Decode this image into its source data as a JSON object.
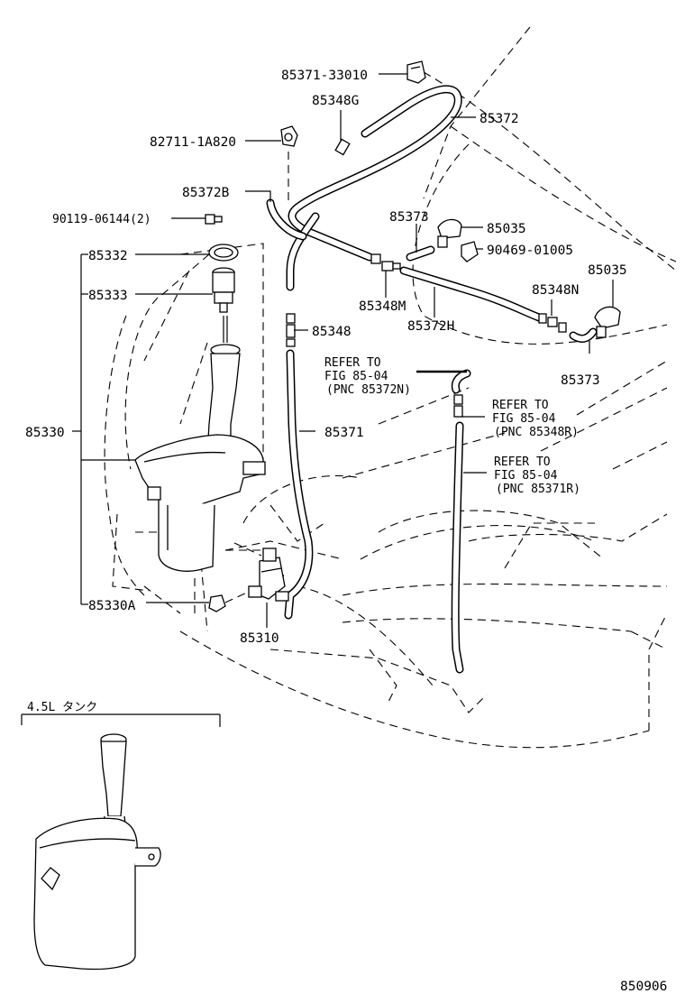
{
  "labels": {
    "p85371_33010": "85371-33010",
    "p85348G": "85348G",
    "p85372": "85372",
    "p82711": "82711-1A820",
    "p85372B": "85372B",
    "p90119": "90119-06144(2)",
    "p85373_top": "85373",
    "p85035_top": "85035",
    "p90469": "90469-01005",
    "p85035_right": "85035",
    "p85332": "85332",
    "p85333": "85333",
    "p85348M": "85348M",
    "p85372H": "85372H",
    "p85348N": "85348N",
    "p85348": "85348",
    "p85373_right": "85373",
    "p85330": "85330",
    "p85371": "85371",
    "p85330A": "85330A",
    "p85310": "85310",
    "tank_caption": "4.5L タンク",
    "figure_number": "850906"
  },
  "references": {
    "ref1": {
      "line1": "REFER TO",
      "line2": "FIG 85-04",
      "line3": "(PNC 85372N)"
    },
    "ref2": {
      "line1": "REFER TO",
      "line2": "FIG 85-04",
      "line3": "(PNC 85348R)"
    },
    "ref3": {
      "line1": "REFER TO",
      "line2": "FIG 85-04",
      "line3": "(PNC 85371R)"
    }
  }
}
